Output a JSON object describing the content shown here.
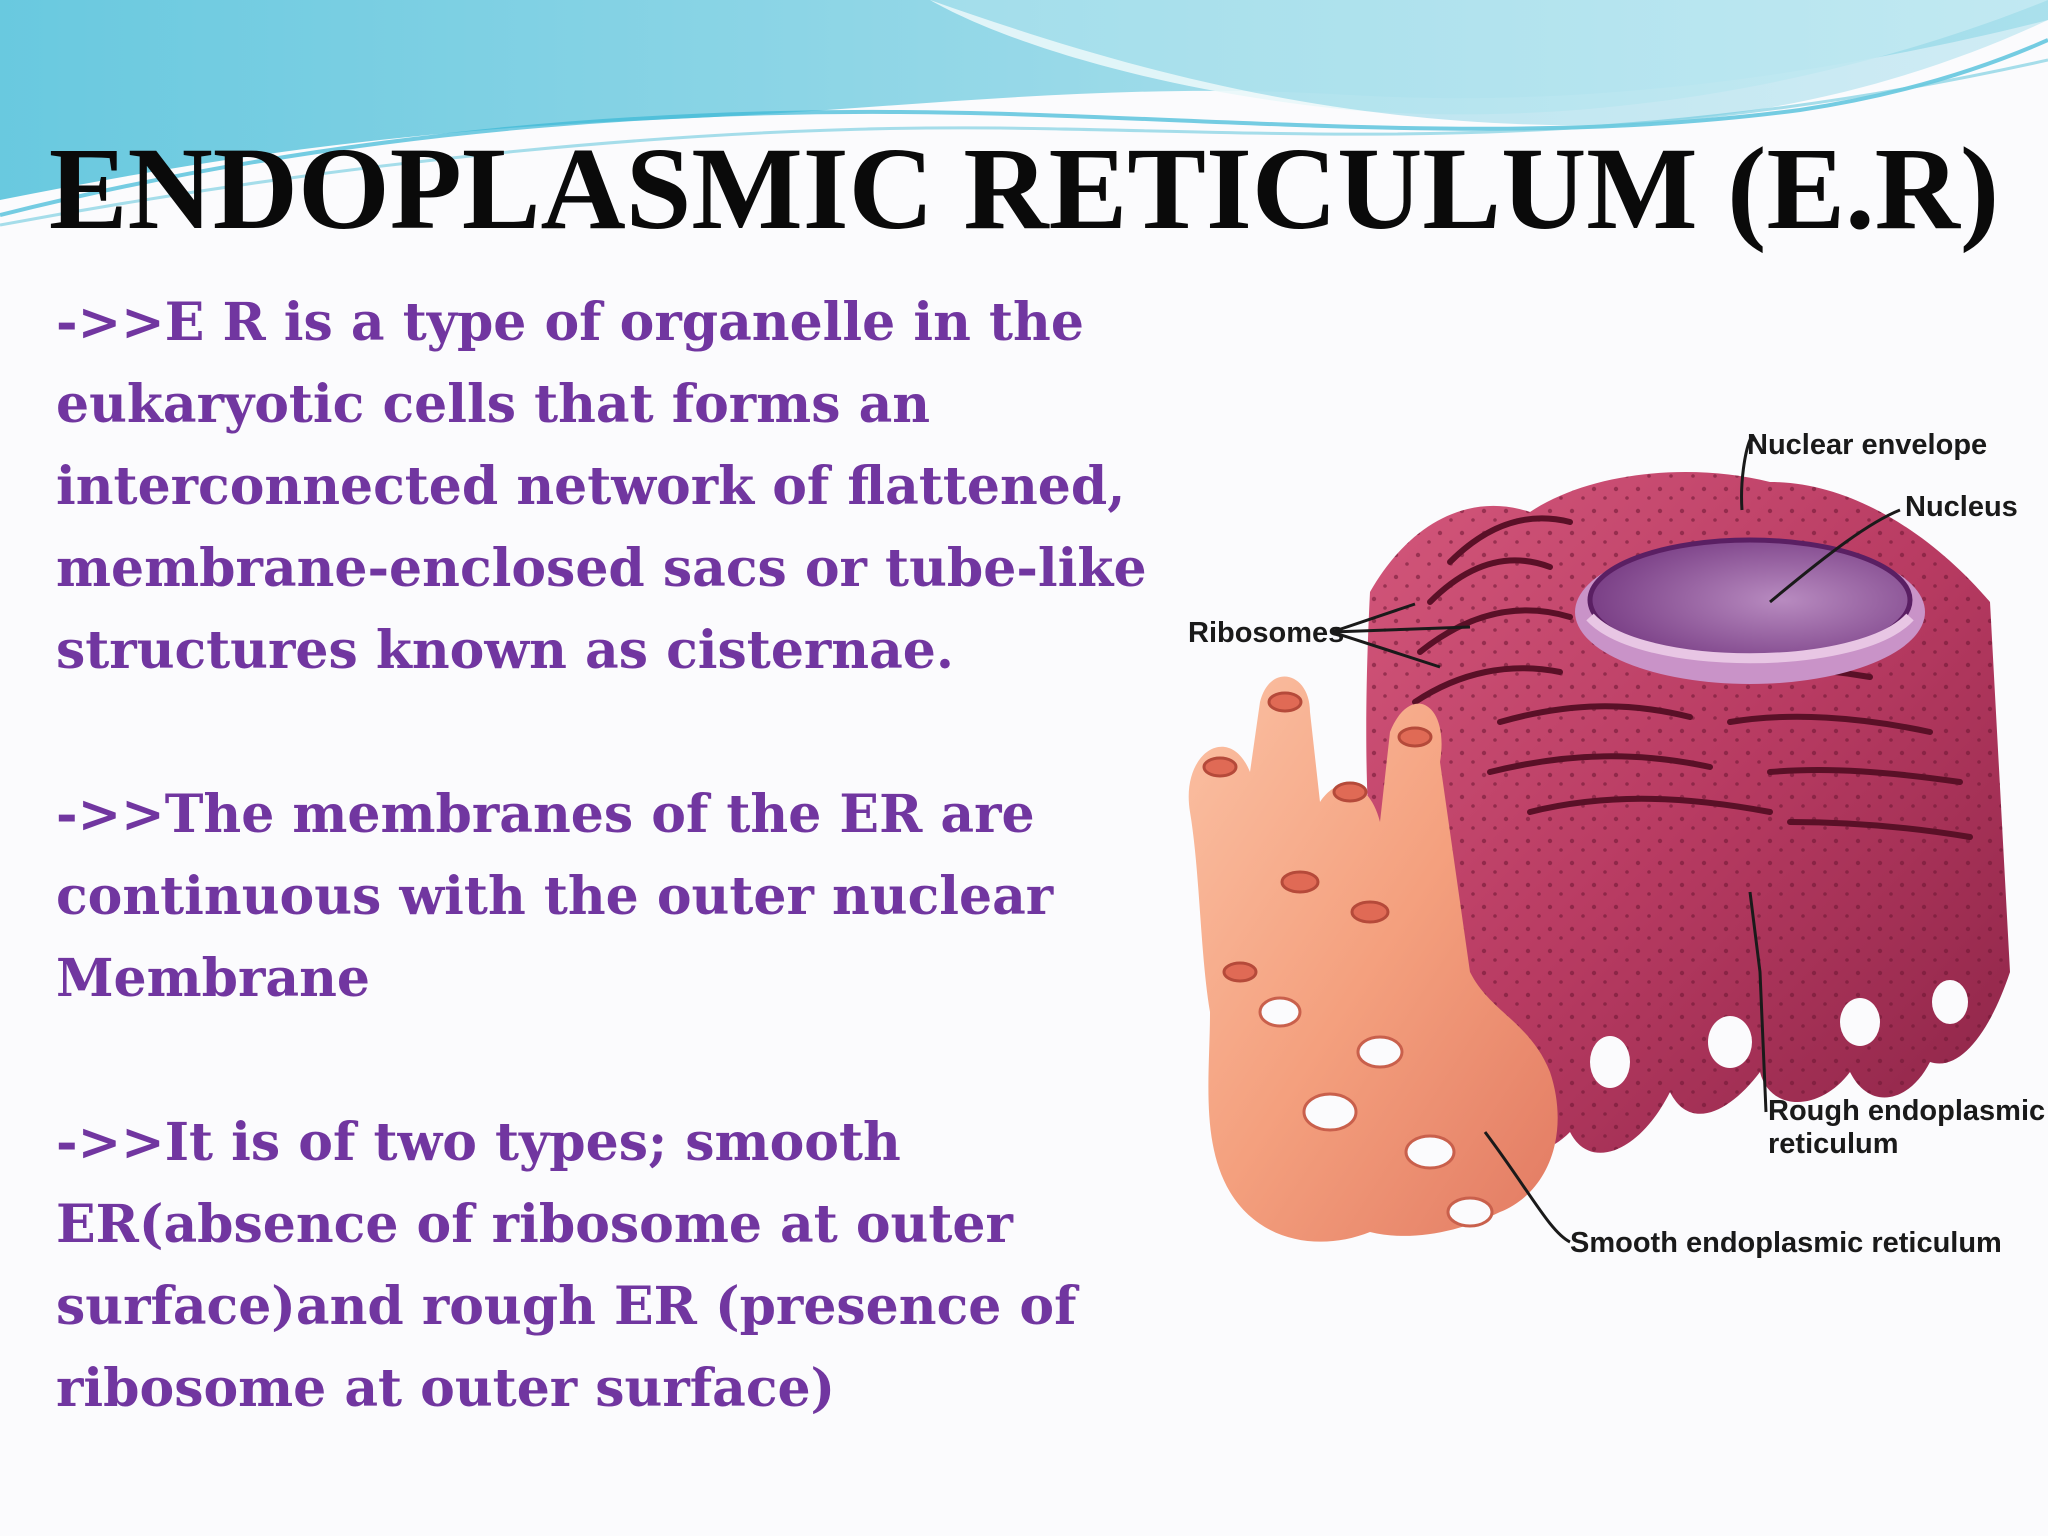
{
  "slide": {
    "title": "ENDOPLASMIC RETICULUM (E.R)",
    "paragraphs": [
      "->>E R is a type of organelle in the eukaryotic cells that forms an interconnected network of flattened, membrane-enclosed sacs or tube-like structures known as cisternae.",
      "->>The membranes of the ER are continuous with the outer nuclear Membrane",
      "->>It is of two types; smooth ER(absence of ribosome at outer surface)and rough ER (presence of ribosome at outer surface)"
    ]
  },
  "diagram": {
    "labels": {
      "nuclear_envelope": "Nuclear envelope",
      "nucleus": "Nucleus",
      "ribosomes": "Ribosomes",
      "rough_er_line1": "Rough endoplasmic",
      "rough_er_line2": "reticulum",
      "smooth_er": "Smooth endoplasmic reticulum"
    }
  },
  "colors": {
    "text_purple": "#7136a0",
    "title": "#0a0a0a",
    "wave_teal": "#5fc6dc",
    "rough_er": "#b83b62",
    "smooth_er": "#f4a07e",
    "nucleus": "#9a5fa0"
  }
}
